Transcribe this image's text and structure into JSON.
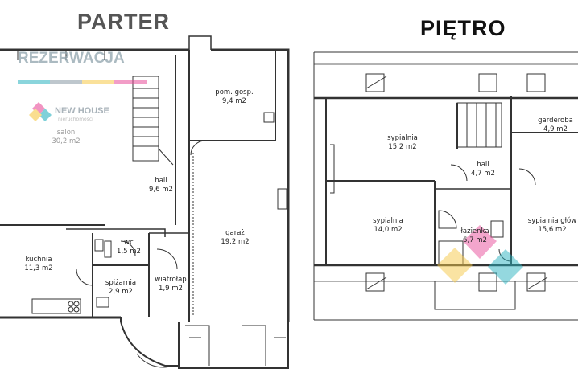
{
  "headings": {
    "ground": "PARTER",
    "upper": "PIĘTRO"
  },
  "watermarks": {
    "primary": "REZERWACJA",
    "secondary": "NEW HOUSE",
    "secondary_sub": "nieruchomości",
    "colors": {
      "teal": "#2bb3c0",
      "pink": "#e84e9a",
      "yellow": "#f7c948",
      "gray": "#8a9aa6"
    }
  },
  "ground_floor": {
    "rooms": [
      {
        "id": "salon",
        "name": "salon",
        "area": "30,2 m2"
      },
      {
        "id": "pom-gosp",
        "name": "pom. gosp.",
        "area": "9,4 m2"
      },
      {
        "id": "hall",
        "name": "hall",
        "area": "9,6 m2"
      },
      {
        "id": "garaz",
        "name": "garaż",
        "area": "19,2 m2"
      },
      {
        "id": "wc",
        "name": "wc",
        "area": "1,5 m2"
      },
      {
        "id": "kuchnia",
        "name": "kuchnia",
        "area": "11,3 m2"
      },
      {
        "id": "spizarnia",
        "name": "spiżarnia",
        "area": "2,9 m2"
      },
      {
        "id": "wiatrolap",
        "name": "wiatrołap",
        "area": "1,9 m2"
      }
    ]
  },
  "upper_floor": {
    "rooms": [
      {
        "id": "sypialnia-1",
        "name": "sypialnia",
        "area": "15,2 m2"
      },
      {
        "id": "garderoba",
        "name": "garderoba",
        "area": "4,9 m2"
      },
      {
        "id": "hall-upper",
        "name": "hall",
        "area": "4,7 m2"
      },
      {
        "id": "sypialnia-2",
        "name": "sypialnia",
        "area": "14,0 m2"
      },
      {
        "id": "lazienka",
        "name": "łazienka",
        "area": "6,7 m2"
      },
      {
        "id": "sypialnia-glowna",
        "name": "sypialnia głów",
        "area": "15,6 m2"
      }
    ]
  }
}
